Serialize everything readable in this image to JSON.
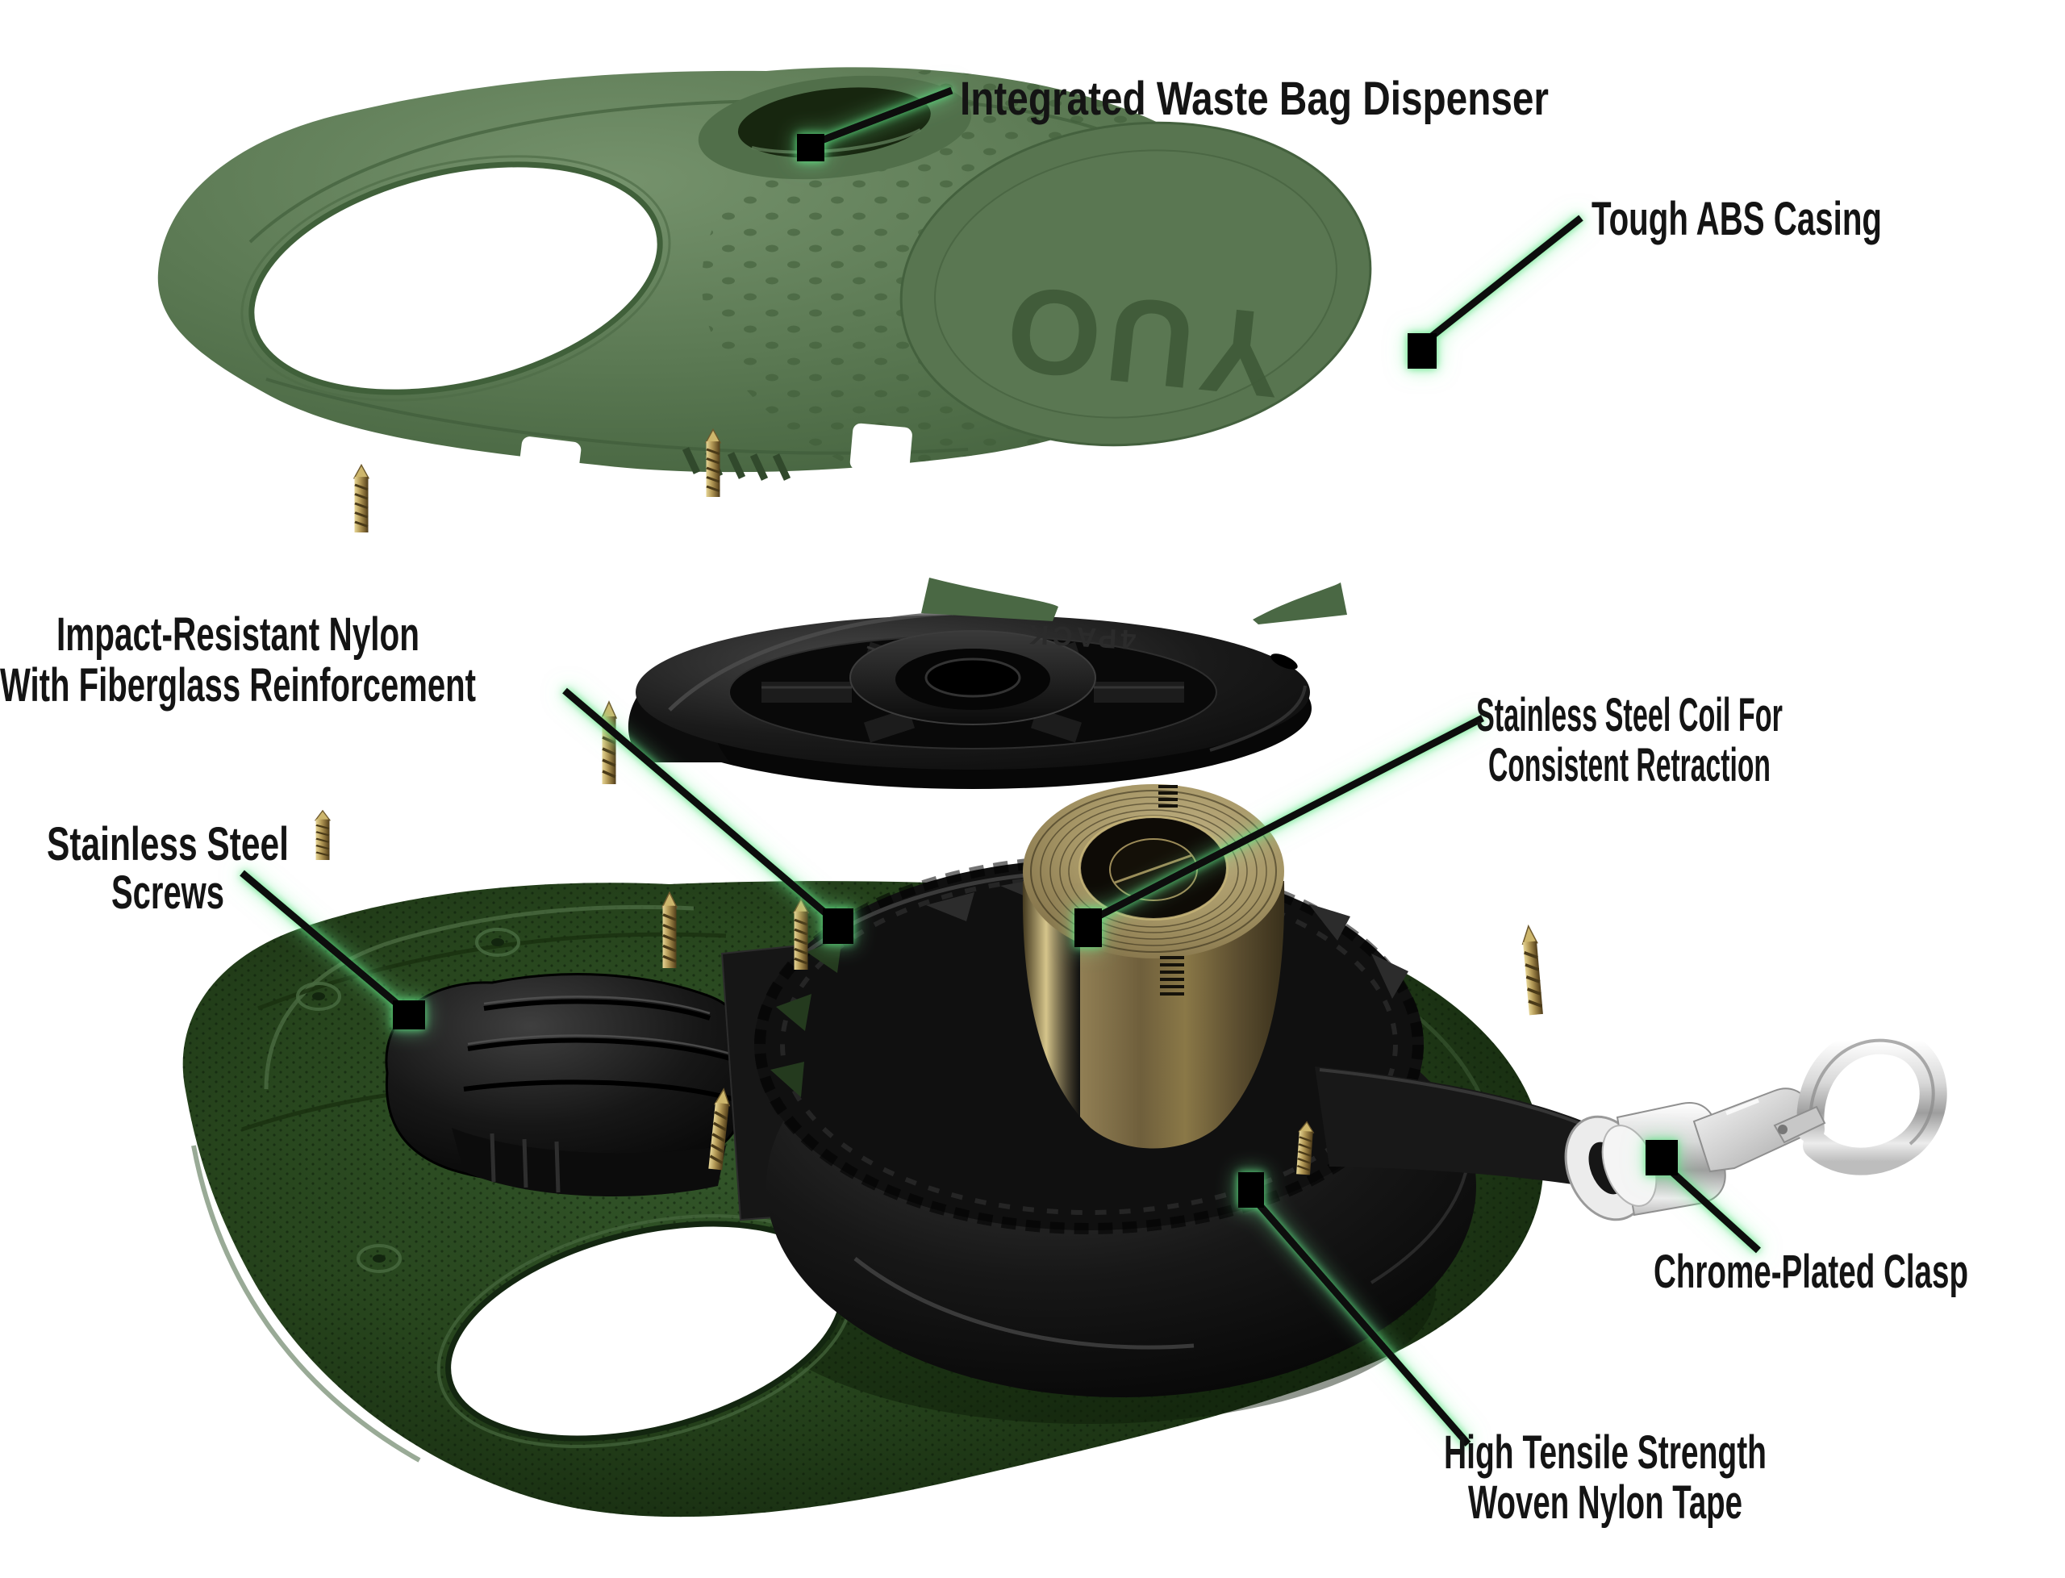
{
  "page": {
    "background": "#ffffff"
  },
  "diagram": {
    "type": "product-callout-diagram",
    "subject": "Retractable dog leash exploded view",
    "accent_glow_color": "#5fe98c",
    "callout_line_color": "#0b0b0b",
    "label_color": "#141414",
    "branding": {
      "logo_embossed": "YUO",
      "cap_marking": "4PACK"
    },
    "materials": {
      "casing_top_green": "#5c7a54",
      "casing_bottom_green": "#24421c",
      "coil_brass": "#a3925f",
      "mechanism_black": "#141414",
      "clasp_chrome": "#d9d9d9",
      "screw_brass": "#c9b26a"
    },
    "callouts": [
      {
        "id": "waste-bag-dispenser",
        "lines": [
          "Integrated Waste Bag Dispenser"
        ]
      },
      {
        "id": "abs-casing",
        "lines": [
          "Tough ABS Casing"
        ]
      },
      {
        "id": "nylon-fiberglass",
        "lines": [
          "Impact-Resistant Nylon",
          "With Fiberglass Reinforcement"
        ]
      },
      {
        "id": "steel-screws",
        "lines": [
          "Stainless Steel",
          "Screws"
        ]
      },
      {
        "id": "steel-coil",
        "lines": [
          "Stainless Steel Coil For",
          "Consistent Retraction"
        ]
      },
      {
        "id": "chrome-clasp",
        "lines": [
          "Chrome-Plated Clasp"
        ]
      },
      {
        "id": "nylon-tape",
        "lines": [
          "High Tensile Strength",
          "Woven Nylon Tape"
        ]
      }
    ]
  }
}
